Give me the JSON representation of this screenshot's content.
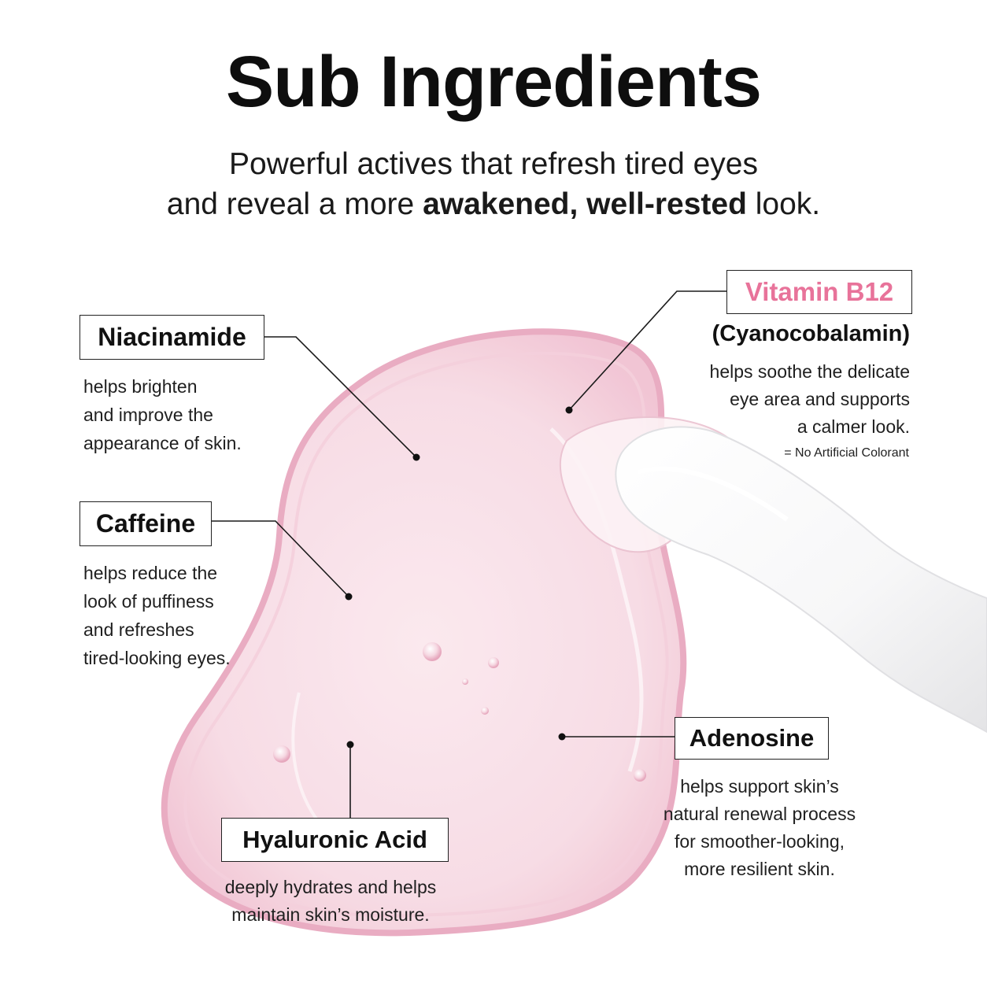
{
  "title": "Sub Ingredients",
  "subtitle": {
    "line1": "Powerful actives that refresh tired eyes",
    "line2_prefix": "and reveal a more ",
    "line2_bold": "awakened, well-rested",
    "line2_suffix": " look."
  },
  "ingredients": {
    "niacinamide": {
      "name": "Niacinamide",
      "desc": [
        "helps brighten",
        "and improve the",
        "appearance of skin."
      ]
    },
    "caffeine": {
      "name": "Caffeine",
      "desc": [
        "helps reduce the",
        "look of puffiness",
        "and refreshes",
        "tired-looking eyes."
      ]
    },
    "vitamin_b12": {
      "name": "Vitamin B12",
      "subname": "(Cyanocobalamin)",
      "desc": [
        "helps soothe the delicate",
        "eye area and supports",
        "a calmer look."
      ],
      "note": "= No Artificial Colorant"
    },
    "adenosine": {
      "name": "Adenosine",
      "desc": [
        "helps support skin’s",
        "natural renewal process",
        "for smoother-looking,",
        "more resilient skin."
      ]
    },
    "hyaluronic_acid": {
      "name": "Hyaluronic Acid",
      "desc": [
        "deeply hydrates and helps",
        "maintain skin’s moisture."
      ]
    }
  },
  "colors": {
    "accent_pink": "#e8739a",
    "gel_fill": "#f6d6e0",
    "gel_rim": "#e9aec3",
    "text": "#1a1a1a"
  }
}
